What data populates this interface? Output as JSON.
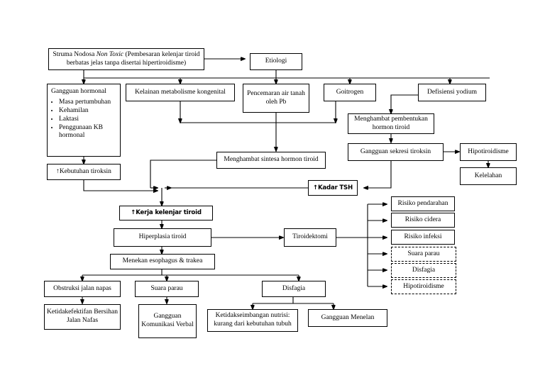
{
  "diagram": {
    "title": "Pathway Struma Nodosa Non Toxic",
    "type": "flowchart",
    "nodes": {
      "struma": {
        "text_a": "Struma Nodosa ",
        "text_b": "Non Toxic",
        "text_c": " (Pembesaran kelenjar tiroid berbatas jelas tanpa disertai hipertiroidisme)"
      },
      "etiologi": {
        "label": "Etiologi"
      },
      "gangguan_hormonal": {
        "label": "Gangguan hormonal",
        "bullets": [
          "Masa pertumbuhan",
          "Kehamilan",
          "Laktasi",
          "Penggunaan KB hormonal"
        ]
      },
      "kelainan_metabolisme": {
        "label": "Kelainan metabolisme kongenital"
      },
      "pencemaran": {
        "label": "Pencemaran air tanah oleh Pb"
      },
      "goitrogen": {
        "label": "Goitrogen"
      },
      "defisiensi_yodium": {
        "label": "Defisiensi yodium"
      },
      "menghambat_pembentukan": {
        "label": "Menghambat pembentukan hormon tiroid"
      },
      "gangguan_sekresi": {
        "label": "Gangguan sekresi tiroksin"
      },
      "hipotiroidisme_kanan": {
        "label": "Hipotiroidisme"
      },
      "kelelahan": {
        "label": "Kelelahan"
      },
      "menghambat_sintesa": {
        "label": "Menghambat sintesa hormon tiroid"
      },
      "kebutuhan_tiroksin": {
        "label": "↑Kebutuhan tiroksin"
      },
      "kadar_tsh": {
        "label": "↑Kadar TSH"
      },
      "kerja_kelenjar": {
        "label": "↑Kerja kelenjar tiroid"
      },
      "hiperplasia": {
        "label": "Hiperplasia tiroid"
      },
      "menekan_esophagus": {
        "label": "Menekan esophagus & trakea"
      },
      "tiroidektomi": {
        "label": "Tiroidektomi"
      },
      "risiko_pendarahan": {
        "label": "Risiko pendarahan"
      },
      "risiko_cidera": {
        "label": "Risiko cidera"
      },
      "risiko_infeksi": {
        "label": "Risiko infeksi"
      },
      "suara_parau_kanan": {
        "label": "Suara parau"
      },
      "disfagia_kanan": {
        "label": "Disfagia"
      },
      "hipotiroidisme_dashed": {
        "label": "Hipotiroidisme"
      },
      "obstruksi": {
        "label": "Obstruksi jalan napas"
      },
      "suara_parau_bawah": {
        "label": "Suara parau"
      },
      "disfagia_bawah": {
        "label": "Disfagia"
      },
      "ketidakefektifan": {
        "label": "Ketidakefektifan Bersihan Jalan Nafas"
      },
      "gangguan_komunikasi": {
        "label": "Gangguan Komunikasi Verbal"
      },
      "ketidakseimbangan": {
        "label": "Ketidakseimbangan nutrisi: kurang dari kebutuhan tubuh"
      },
      "gangguan_menelan": {
        "label": "Gangguan Menelan"
      }
    },
    "colors": {
      "stroke": "#000000",
      "background": "#ffffff",
      "text": "#000000"
    }
  }
}
